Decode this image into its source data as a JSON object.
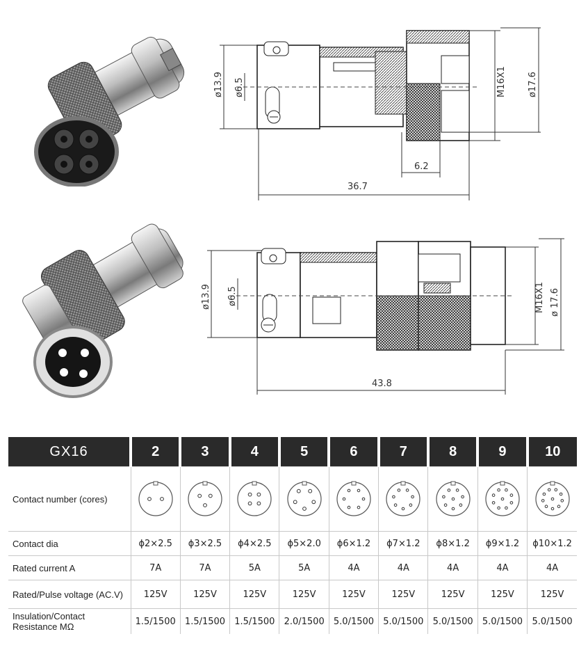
{
  "drawing_top": {
    "dims": {
      "d1": "ø13.9",
      "d2": "ø6.5",
      "thread": "M16X1",
      "d3": "ø17.6",
      "w1": "6.2",
      "len": "36.7"
    }
  },
  "drawing_bottom": {
    "dims": {
      "d1": "ø13.9",
      "d2": "ø6.5",
      "thread": "M16X1",
      "d3": "ø 17.6",
      "len": "43.8"
    }
  },
  "table": {
    "model": "GX16",
    "cores": [
      "2",
      "3",
      "4",
      "5",
      "6",
      "7",
      "8",
      "9",
      "10"
    ],
    "rows": {
      "contact_number": "Contact number (cores)",
      "contact_dia": {
        "label": "Contact dia",
        "values": [
          "ϕ2×2.5",
          "ϕ3×2.5",
          "ϕ4×2.5",
          "ϕ5×2.0",
          "ϕ6×1.2",
          "ϕ7×1.2",
          "ϕ8×1.2",
          "ϕ9×1.2",
          "ϕ10×1.2"
        ]
      },
      "rated_current": {
        "label": "Rated current A",
        "values": [
          "7A",
          "7A",
          "5A",
          "5A",
          "4A",
          "4A",
          "4A",
          "4A",
          "4A"
        ]
      },
      "rated_voltage": {
        "label": "Rated/Pulse voltage (AC.V)",
        "values": [
          "125V",
          "125V",
          "125V",
          "125V",
          "125V",
          "125V",
          "125V",
          "125V",
          "125V"
        ]
      },
      "insulation": {
        "label": "Insulation/Contact Resistance MΩ",
        "values": [
          "1.5/1500",
          "1.5/1500",
          "1.5/1500",
          "2.0/1500",
          "5.0/1500",
          "5.0/1500",
          "5.0/1500",
          "5.0/1500",
          "5.0/1500"
        ]
      }
    }
  },
  "icons": {
    "female_connector": "gx16-female-connector-photo",
    "male_connector": "gx16-male-connector-photo"
  }
}
